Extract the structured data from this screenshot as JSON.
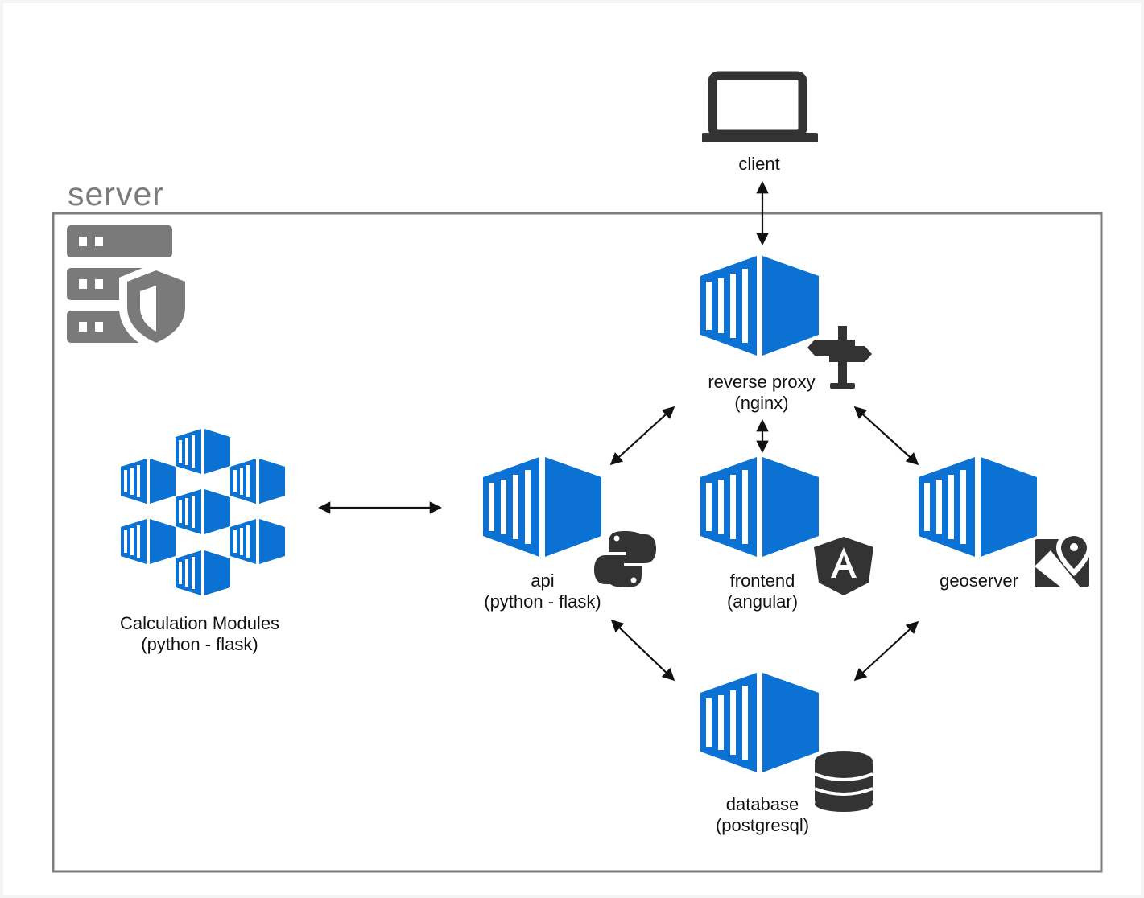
{
  "server": {
    "title": "server"
  },
  "client": {
    "label": "client"
  },
  "nodes": {
    "proxy": {
      "line1": "reverse proxy",
      "line2": "(nginx)"
    },
    "api": {
      "line1": "api",
      "line2": "(python - flask)"
    },
    "frontend": {
      "line1": "frontend",
      "line2": "(angular)"
    },
    "geoserver": {
      "line1": "geoserver"
    },
    "database": {
      "line1": "database",
      "line2": "(postgresql)"
    },
    "modules": {
      "line1": "Calculation Modules",
      "line2": "(python - flask)"
    }
  },
  "colors": {
    "container_blue": "#0b72d3",
    "icon_dark": "#333333",
    "server_gray": "#7a7a7a",
    "frame_gray": "#7d7d7d"
  },
  "icons": {
    "client": "laptop-icon",
    "server": "server-shield-icon",
    "proxy": "signpost-icon",
    "api": "python-icon",
    "frontend": "angular-icon",
    "geoserver": "map-pin-icon",
    "database": "database-icon",
    "container": "container-icon"
  }
}
